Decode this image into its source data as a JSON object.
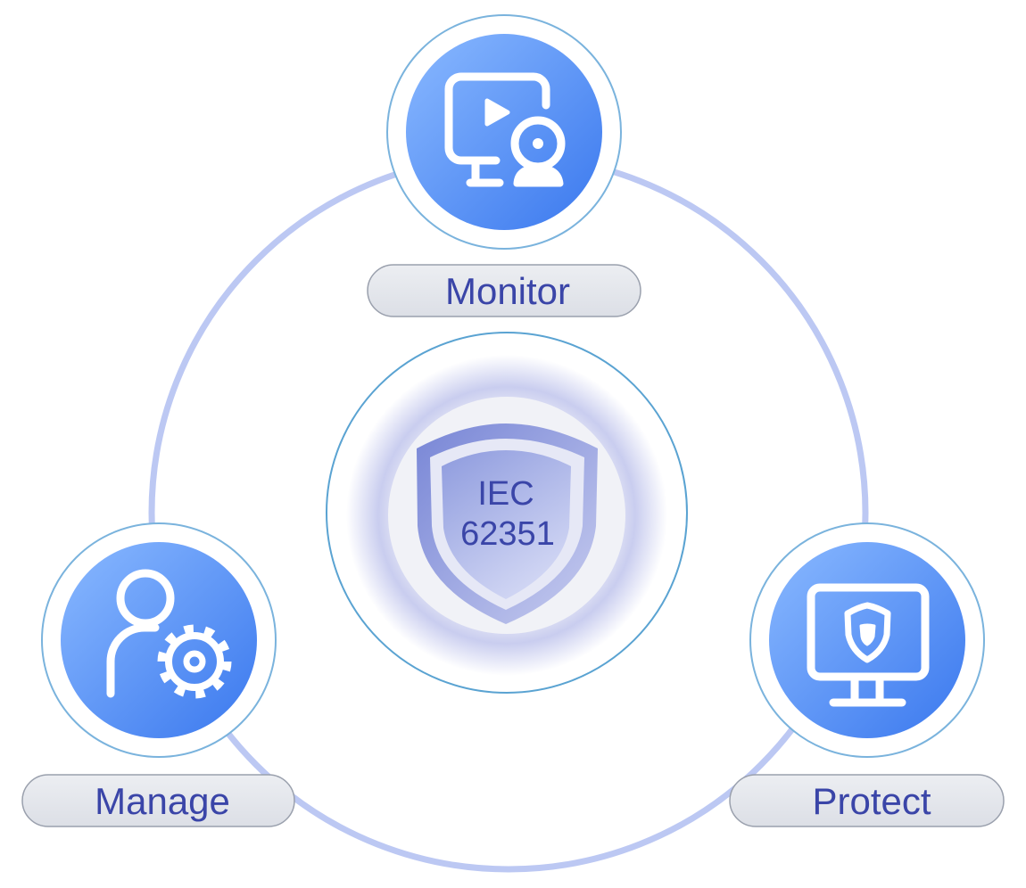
{
  "center": {
    "line1": "IEC",
    "line2": "62351"
  },
  "nodes": [
    {
      "label": "Monitor",
      "icon": "monitor-webcam-icon"
    },
    {
      "label": "Manage",
      "icon": "user-gear-icon"
    },
    {
      "label": "Protect",
      "icon": "monitor-shield-icon"
    }
  ],
  "colors": {
    "node_fill_light": "#86b6ff",
    "node_fill_dark": "#3c7cf0",
    "ring": "#b8c6f2",
    "label_text": "#3a45a8",
    "pill": "#e3e5ea"
  }
}
